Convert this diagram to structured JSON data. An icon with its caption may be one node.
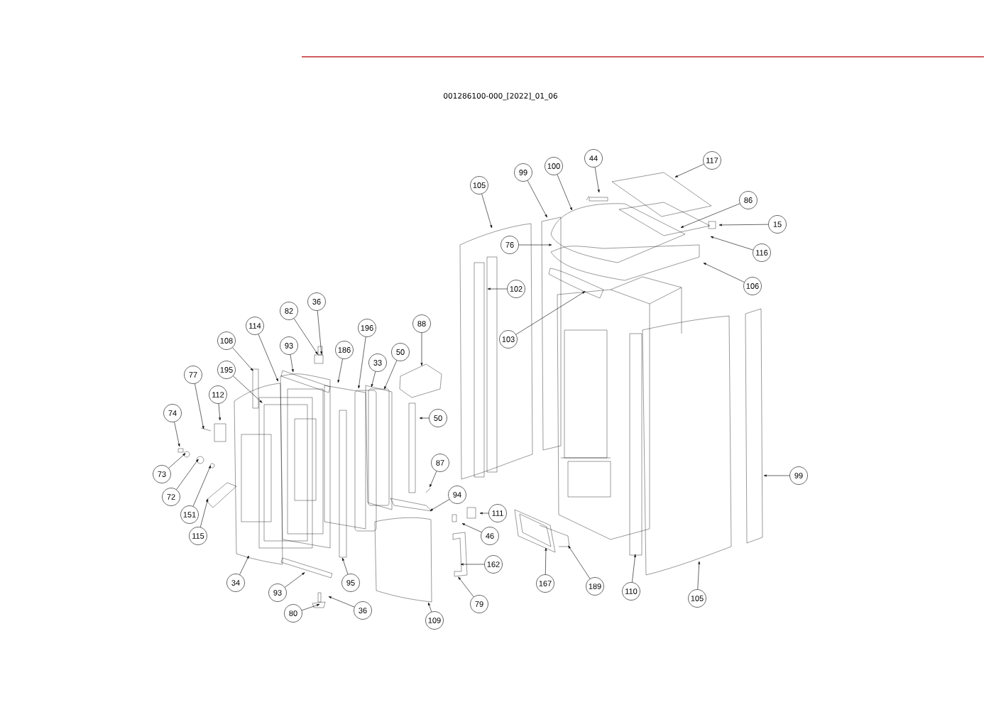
{
  "diagram": {
    "title": "001286100-000_[2022]_01_06",
    "nodes": [
      {
        "text": [
          "36"
        ]
      },
      {
        "text": [
          "82"
        ]
      },
      {
        "text": [
          "93"
        ]
      },
      {
        "text": [
          "114"
        ]
      },
      {
        "text": [
          "108"
        ]
      },
      {
        "text": [
          "195"
        ]
      },
      {
        "text": [
          "77"
        ]
      },
      {
        "text": [
          "112"
        ]
      },
      {
        "text": [
          "74"
        ]
      },
      {
        "text": [
          "73"
        ]
      },
      {
        "text": [
          "72"
        ]
      },
      {
        "text": [
          "151"
        ]
      },
      {
        "text": [
          "115"
        ]
      },
      {
        "text": [
          "34"
        ]
      },
      {
        "text": [
          "93"
        ]
      },
      {
        "text": [
          "80"
        ]
      },
      {
        "text": [
          "36"
        ]
      },
      {
        "text": [
          "95"
        ]
      },
      {
        "text": [
          "186"
        ]
      },
      {
        "text": [
          "196"
        ]
      },
      {
        "text": [
          "33"
        ]
      },
      {
        "text": [
          "50"
        ]
      },
      {
        "text": [
          "88"
        ]
      },
      {
        "text": [
          "50"
        ]
      },
      {
        "text": [
          "87"
        ]
      },
      {
        "text": [
          "94"
        ]
      },
      {
        "text": [
          "111"
        ]
      },
      {
        "text": [
          "46"
        ]
      },
      {
        "text": [
          "162"
        ]
      },
      {
        "text": [
          "79"
        ]
      },
      {
        "text": [
          "109"
        ]
      },
      {
        "text": [
          "105"
        ]
      },
      {
        "text": [
          "99"
        ]
      },
      {
        "text": [
          "100"
        ]
      },
      {
        "text": [
          "44"
        ]
      },
      {
        "text": [
          "117"
        ]
      },
      {
        "text": [
          "86"
        ]
      },
      {
        "text": [
          "15"
        ]
      },
      {
        "text": [
          "116"
        ]
      },
      {
        "text": [
          "106"
        ]
      },
      {
        "text": [
          "76"
        ]
      },
      {
        "text": [
          "102"
        ]
      },
      {
        "text": [
          "103"
        ]
      },
      {
        "text": [
          "167"
        ]
      },
      {
        "text": [
          "189"
        ]
      },
      {
        "text": [
          "110"
        ]
      },
      {
        "text": [
          "105"
        ]
      },
      {
        "text": [
          "99"
        ]
      }
    ],
    "edges": [
      {
        "from": 0,
        "to": null,
        "arrow": "to"
      },
      {
        "from": 1,
        "to": null,
        "arrow": "to"
      },
      {
        "from": 2,
        "to": null,
        "arrow": "to"
      },
      {
        "from": 3,
        "to": null,
        "arrow": "to"
      },
      {
        "from": 4,
        "to": null,
        "arrow": "to"
      },
      {
        "from": 5,
        "to": null,
        "arrow": "to"
      },
      {
        "from": 6,
        "to": null,
        "arrow": "to"
      },
      {
        "from": 7,
        "to": null,
        "arrow": "to"
      },
      {
        "from": 8,
        "to": null,
        "arrow": "to"
      },
      {
        "from": 9,
        "to": null,
        "arrow": "to"
      },
      {
        "from": 10,
        "to": null,
        "arrow": "to"
      },
      {
        "from": 11,
        "to": null,
        "arrow": "to"
      },
      {
        "from": 12,
        "to": null,
        "arrow": "to"
      },
      {
        "from": 13,
        "to": null,
        "arrow": "to"
      },
      {
        "from": 14,
        "to": null,
        "arrow": "to"
      },
      {
        "from": 15,
        "to": null,
        "arrow": "to"
      },
      {
        "from": 16,
        "to": null,
        "arrow": "to"
      },
      {
        "from": 17,
        "to": null,
        "arrow": "to"
      },
      {
        "from": 18,
        "to": null,
        "arrow": "to"
      },
      {
        "from": 19,
        "to": null,
        "arrow": "to"
      },
      {
        "from": 20,
        "to": null,
        "arrow": "to"
      },
      {
        "from": 21,
        "to": null,
        "arrow": "to"
      },
      {
        "from": 22,
        "to": null,
        "arrow": "to"
      },
      {
        "from": 23,
        "to": null,
        "arrow": "to"
      },
      {
        "from": 24,
        "to": null,
        "arrow": "to"
      },
      {
        "from": 25,
        "to": null,
        "arrow": "to"
      },
      {
        "from": 26,
        "to": null,
        "arrow": "to"
      },
      {
        "from": 27,
        "to": null,
        "arrow": "to"
      },
      {
        "from": 28,
        "to": null,
        "arrow": "to"
      },
      {
        "from": 29,
        "to": null,
        "arrow": "to"
      },
      {
        "from": 30,
        "to": null,
        "arrow": "to"
      },
      {
        "from": 31,
        "to": null,
        "arrow": "to"
      },
      {
        "from": 32,
        "to": null,
        "arrow": "to"
      },
      {
        "from": 33,
        "to": null,
        "arrow": "to"
      },
      {
        "from": 34,
        "to": null,
        "arrow": "to"
      },
      {
        "from": 35,
        "to": null,
        "arrow": "to"
      },
      {
        "from": 36,
        "to": null,
        "arrow": "to"
      },
      {
        "from": 37,
        "to": null,
        "arrow": "to"
      },
      {
        "from": 38,
        "to": null,
        "arrow": "to"
      },
      {
        "from": 39,
        "to": null,
        "arrow": "to"
      },
      {
        "from": 40,
        "to": null,
        "arrow": "to"
      },
      {
        "from": 41,
        "to": null,
        "arrow": "to"
      },
      {
        "from": 42,
        "to": null,
        "arrow": "to"
      },
      {
        "from": 43,
        "to": null,
        "arrow": "to"
      },
      {
        "from": 44,
        "to": null,
        "arrow": "to"
      },
      {
        "from": 45,
        "to": null,
        "arrow": "to"
      },
      {
        "from": 46,
        "to": null,
        "arrow": "to"
      },
      {
        "from": 47,
        "to": null,
        "arrow": "to"
      }
    ]
  }
}
